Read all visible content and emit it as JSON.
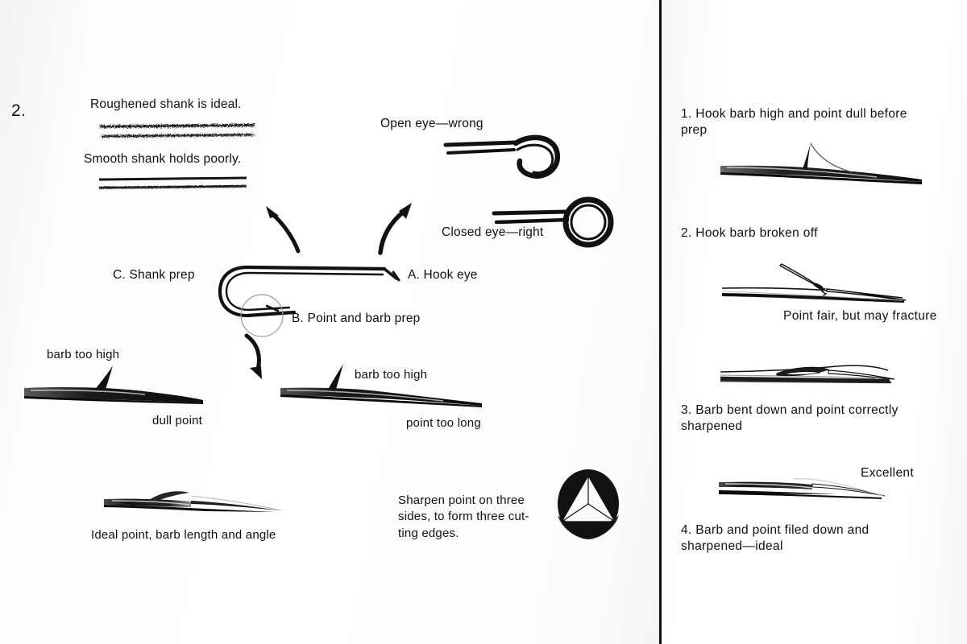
{
  "page": {
    "figure_number": "2.",
    "background_color": "#fdfdfd",
    "ink_color": "#101010",
    "divider_color": "#101010"
  },
  "left_panel": {
    "shank_section": {
      "roughened_caption": "Roughened shank is ideal.",
      "smooth_caption": "Smooth shank holds poorly."
    },
    "eye_section": {
      "open_eye_caption": "Open eye—wrong",
      "closed_eye_caption": "Closed eye—right"
    },
    "hook_callouts": {
      "shank_prep": "C.  Shank prep",
      "hook_eye": "A.  Hook eye",
      "point_and_barb_prep": "B.  Point and barb prep"
    },
    "bad_points": [
      {
        "barb_label": "barb too high",
        "point_label": "dull point"
      },
      {
        "barb_label": "barb too high",
        "point_label": "point too long"
      }
    ],
    "ideal_point_caption": "Ideal point, barb length and angle",
    "sharpen_note": "Sharpen point on three\nsides, to form three cut-\nting edges.",
    "cross_section_icon": "three-cutting-edges-icon"
  },
  "right_panel": {
    "steps": [
      {
        "number": "1.",
        "text": "1.  Hook  barb  high  and  point  dull  before\nprep",
        "sub_caption": ""
      },
      {
        "number": "2.",
        "text": "2.  Hook barb broken off",
        "sub_caption": "Point fair, but may fracture"
      },
      {
        "number": "3.",
        "text": "3.  Barb  bent  down  and  point  correctly\nsharpened",
        "sub_caption": ""
      },
      {
        "number": "4.",
        "text": "4.  Barb   and   point   filed   down   and\nsharpened—ideal",
        "sub_caption": "Excellent"
      }
    ]
  }
}
